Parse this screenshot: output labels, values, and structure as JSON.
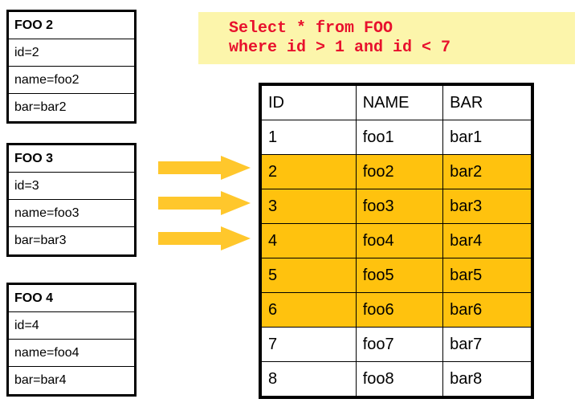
{
  "record_boxes": [
    {
      "title": "FOO 2",
      "fields": [
        "id=2",
        "name=foo2",
        "bar=bar2"
      ]
    },
    {
      "title": "FOO 3",
      "fields": [
        "id=3",
        "name=foo3",
        "bar=bar3"
      ]
    },
    {
      "title": "FOO 4",
      "fields": [
        "id=4",
        "name=foo4",
        "bar=bar4"
      ]
    }
  ],
  "sql": {
    "line1": "Select * from FOO",
    "line2": "where id > 1 and id < 7",
    "text_color": "#e8112d",
    "background_color": "#fcf5ab"
  },
  "arrows": {
    "count": 3,
    "direction": "right",
    "color": "#ffc72c",
    "labels": [
      "flow-arrow-row-2",
      "flow-arrow-row-3",
      "flow-arrow-row-4"
    ]
  },
  "result_table": {
    "columns": [
      "ID",
      "NAME",
      "BAR"
    ],
    "highlight_color": "#ffc20e",
    "rows": [
      {
        "ID": "1",
        "NAME": "foo1",
        "BAR": "bar1",
        "highlighted": false
      },
      {
        "ID": "2",
        "NAME": "foo2",
        "BAR": "bar2",
        "highlighted": true
      },
      {
        "ID": "3",
        "NAME": "foo3",
        "BAR": "bar3",
        "highlighted": true
      },
      {
        "ID": "4",
        "NAME": "foo4",
        "BAR": "bar4",
        "highlighted": true
      },
      {
        "ID": "5",
        "NAME": "foo5",
        "BAR": "bar5",
        "highlighted": true
      },
      {
        "ID": "6",
        "NAME": "foo6",
        "BAR": "bar6",
        "highlighted": true
      },
      {
        "ID": "7",
        "NAME": "foo7",
        "BAR": "bar7",
        "highlighted": false
      },
      {
        "ID": "8",
        "NAME": "foo8",
        "BAR": "bar8",
        "highlighted": false
      }
    ]
  }
}
